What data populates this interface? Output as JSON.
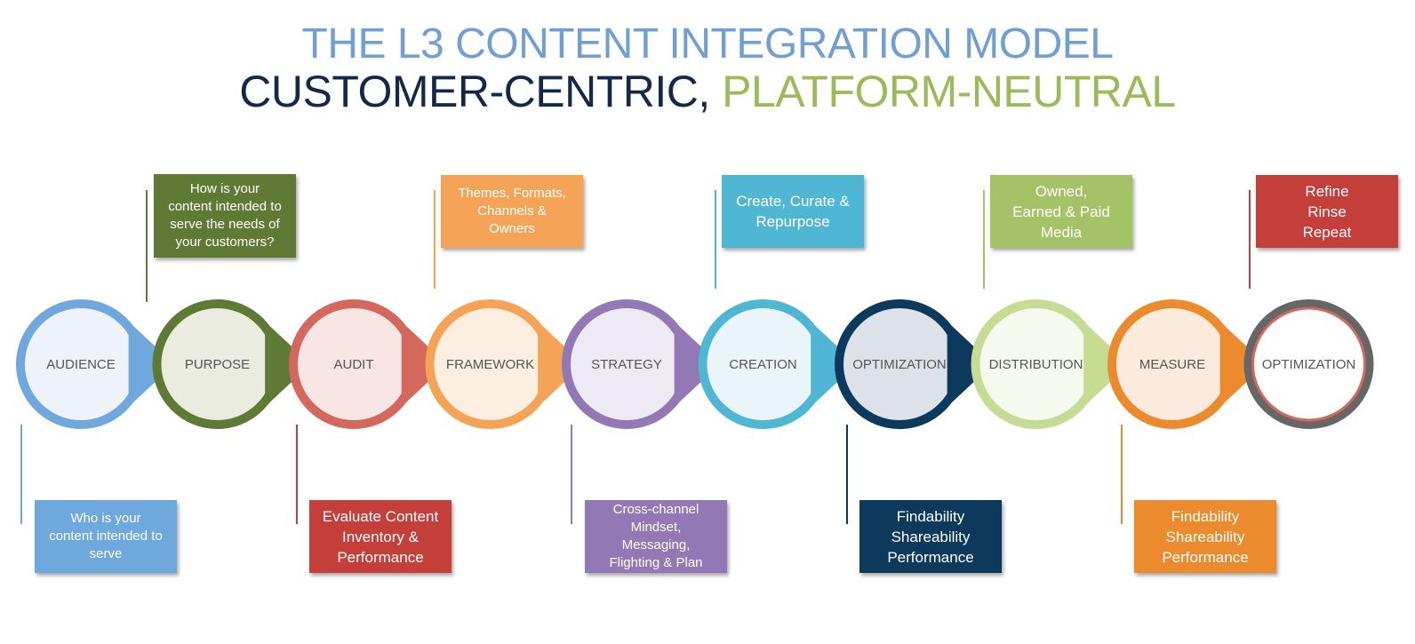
{
  "header": {
    "title_line1": "THE L3 CONTENT INTEGRATION MODEL",
    "title_line2_a": "CUSTOMER-CENTRIC, ",
    "title_line2_b": "PLATFORM-NEUTRAL"
  },
  "nodes": [
    {
      "label": "AUDIENCE",
      "color": "#6fa8dc",
      "fill": "#eef3fa"
    },
    {
      "label": "PURPOSE",
      "color": "#5e7a34",
      "fill": "#e9ecdf"
    },
    {
      "label": "AUDIT",
      "color": "#d4685f",
      "fill": "#f8e6e4"
    },
    {
      "label": "FRAMEWORK",
      "color": "#f5a356",
      "fill": "#fdefe0"
    },
    {
      "label": "STRATEGY",
      "color": "#9278b4",
      "fill": "#eeeaf4"
    },
    {
      "label": "CREATION",
      "color": "#4fb6d3",
      "fill": "#eaf5f9"
    },
    {
      "label": "OPTIMIZATION",
      "color": "#0d3a5c",
      "fill": "#dde2e9"
    },
    {
      "label": "DISTRIBUTION",
      "color": "#c5dc92",
      "fill": "#f6faee"
    },
    {
      "label": "MEASURE",
      "color": "#ec8a2e",
      "fill": "#fcebdc"
    },
    {
      "label": "OPTIMIZATION",
      "color": "#666666",
      "fill": "#ffffff"
    }
  ],
  "boxes_top": [
    {
      "text": "How is your\ncontent intended to\nserve the needs of\nyour customers?",
      "color": "#5e7a34",
      "line": "#5e7a34"
    },
    {
      "text": "Themes,  Formats,\nChannels &\nOwners",
      "color": "#f5a356",
      "line": "#f5a356"
    },
    {
      "text": "Create, Curate &\nRepurpose",
      "color": "#4fb6d3",
      "line": "#4fb6d3"
    },
    {
      "text": "Owned,\nEarned & Paid\nMedia",
      "color": "#a4c266",
      "line": "#a4c266"
    },
    {
      "text": "Refine\nRinse\nRepeat",
      "color": "#c43f3a",
      "line": "#c43f3a"
    }
  ],
  "boxes_bottom": [
    {
      "text": "Who is your\ncontent intended to\nserve",
      "color": "#6fa8dc",
      "line": "#6fa8dc"
    },
    {
      "text": "Evaluate Content\nInventory &\nPerformance",
      "color": "#c43f3a",
      "line": "#c43f3a"
    },
    {
      "text": "Cross-channel\nMindset,\nMessaging,\nFlighting & Plan",
      "color": "#9278b4",
      "line": "#9278b4"
    },
    {
      "text": "Findability\nShareability\nPerformance",
      "color": "#0d3a5c",
      "line": "#0d3a5c"
    },
    {
      "text": "Findability\nShareability\nPerformance",
      "color": "#ec8a2e",
      "line": "#ec8a2e"
    }
  ]
}
